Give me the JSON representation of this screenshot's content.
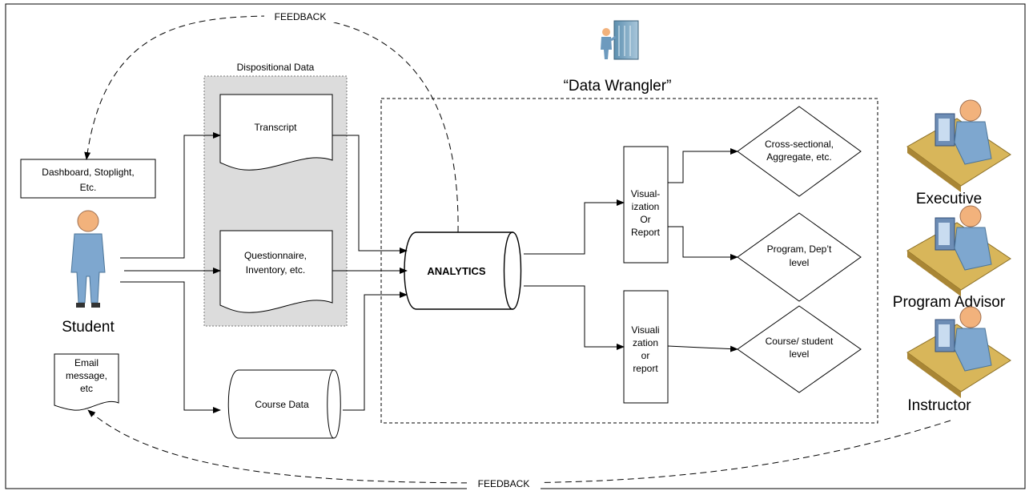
{
  "feedback_top": "FEEDBACK",
  "feedback_bottom": "FEEDBACK",
  "dispositional_title": "Dispositional Data",
  "transcript": "Transcript",
  "questionnaire": [
    "Questionnaire,",
    "Inventory, etc."
  ],
  "course_data": "Course Data",
  "data_wrangler": "“Data Wrangler”",
  "analytics": "ANALYTICS",
  "vis1": [
    "Visual-",
    "ization",
    "Or",
    "Report"
  ],
  "vis2": [
    "Visuali",
    "zation",
    "or",
    "report"
  ],
  "diamond1": [
    "Cross-sectional,",
    "Aggregate, etc."
  ],
  "diamond2": [
    "Program, Dep’t",
    "level"
  ],
  "diamond3": [
    "Course/ student",
    "level"
  ],
  "dashboard": [
    "Dashboard, Stoplight,",
    "Etc."
  ],
  "email": [
    "Email",
    "message,",
    "etc"
  ],
  "student": "Student",
  "executive": "Executive",
  "program_advisor": "Program Advisor",
  "instructor": "Instructor",
  "colors": {
    "person": "#7ea7cf",
    "desk": "#c8a24a",
    "skin": "#f2b27c",
    "panel": "#dcdcdc"
  }
}
